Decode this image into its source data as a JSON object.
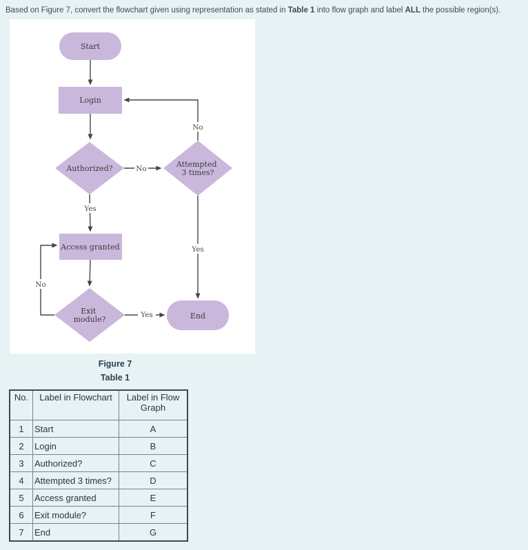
{
  "instruction": {
    "part1": "Based on Figure 7, convert the flowchart given using representation as stated in ",
    "bold1": "Table 1",
    "part2": " into flow graph and label ",
    "bold2": "ALL",
    "part3": " the possible region(s)."
  },
  "flowchart": {
    "nodes": {
      "start": "Start",
      "login": "Login",
      "authorized": "Authorized?",
      "attempted_lines": [
        "Attempted",
        "3 times?"
      ],
      "access_granted": "Access granted",
      "exit_lines": [
        "Exit",
        "module?"
      ],
      "end": "End"
    },
    "edge_labels": {
      "authorized_no": "No",
      "attempted_no": "No",
      "authorized_yes": "Yes",
      "exit_no": "No",
      "exit_yes": "Yes",
      "attempted_yes": "Yes"
    }
  },
  "captions": {
    "figure": "Figure 7",
    "table": "Table 1"
  },
  "table": {
    "headers": [
      "No.",
      "Label in Flowchart",
      "Label in Flow Graph"
    ],
    "rows": [
      {
        "no": "1",
        "label": "Start",
        "graph": "A"
      },
      {
        "no": "2",
        "label": "Login",
        "graph": "B"
      },
      {
        "no": "3",
        "label": "Authorized?",
        "graph": "C"
      },
      {
        "no": "4",
        "label": "Attempted 3 times?",
        "graph": "D"
      },
      {
        "no": "5",
        "label": "Access granted",
        "graph": "E"
      },
      {
        "no": "6",
        "label": "Exit module?",
        "graph": "F"
      },
      {
        "no": "7",
        "label": "End",
        "graph": "G"
      }
    ]
  },
  "colors": {
    "page_background": "#e6f2f4",
    "panel_background": "#ffffff",
    "shape_fill": "#c9b7dc",
    "line": "#454545",
    "text": "#33424d"
  }
}
